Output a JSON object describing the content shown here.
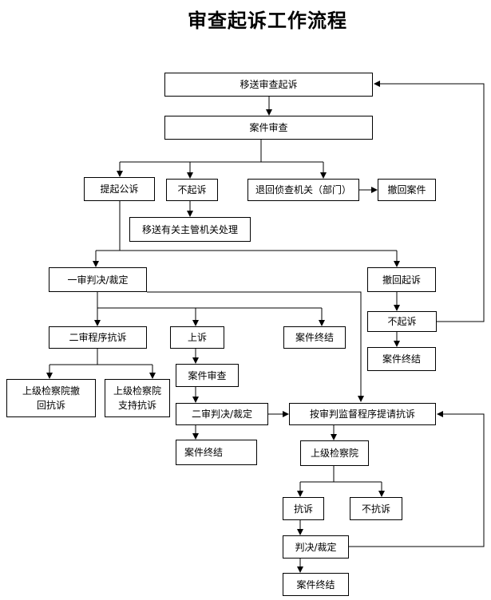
{
  "title": "审查起诉工作流程",
  "nodes": {
    "transfer_review": "移送审查起诉",
    "case_review": "案件审查",
    "public_prosecution": "提起公诉",
    "no_prosecution": "不起诉",
    "return_investigation": "退回侦查机关（部门）",
    "withdraw_case": "撤回案件",
    "transfer_authority": "移送有关主管机关处理",
    "first_instance": "一审判决/裁定",
    "withdraw_prosecution": "撤回起诉",
    "no_prosecution_2": "不起诉",
    "case_closed_1": "案件终结",
    "second_instance_protest": "二审程序抗诉",
    "appeal": "上诉",
    "case_closed_2": "案件终结",
    "superior_withdraw": "上级检察院撤回抗诉",
    "superior_support": "上级检察院支持抗诉",
    "case_review_2": "案件审查",
    "second_instance": "二审判决/裁定",
    "supervision_protest": "按审判监督程序提请抗诉",
    "case_closed_3": "案件终结",
    "superior_procuratorate": "上级检察院",
    "protest": "抗诉",
    "no_protest": "不抗诉",
    "judgment": "判决/裁定",
    "case_closed_4": "案件终结"
  }
}
